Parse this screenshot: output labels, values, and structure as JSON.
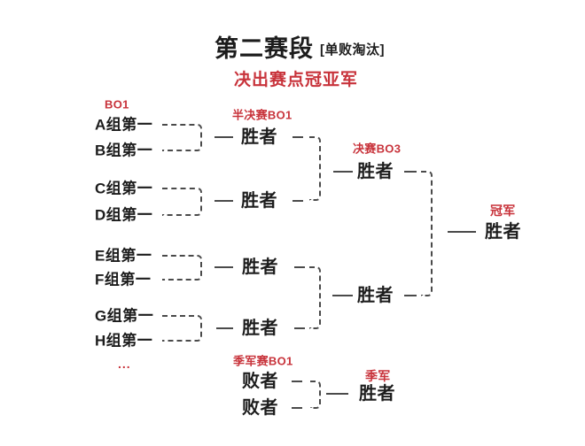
{
  "colors": {
    "accent_red": "#c8333b",
    "text_black": "#1c1c1c",
    "line_gray": "#4a4a4a"
  },
  "header": {
    "title": "第二赛段",
    "title_note": "[单败淘汰]",
    "subtitle": "决出赛点冠亚军"
  },
  "round_labels": {
    "round1": "BO1",
    "semifinal": "半决赛BO1",
    "final": "决赛BO3",
    "champion": "冠军",
    "third_place_match": "季军赛BO1",
    "third_place": "季军"
  },
  "teams": [
    "A组第一",
    "B组第一",
    "C组第一",
    "D组第一",
    "E组第一",
    "F组第一",
    "G组第一",
    "H组第一"
  ],
  "ellipsis": "...",
  "nodes": {
    "semifinal_winners": [
      "胜者",
      "胜者",
      "胜者",
      "胜者"
    ],
    "final_winners": [
      "胜者",
      "胜者"
    ],
    "champion": "胜者",
    "third_place_losers": [
      "败者",
      "败者"
    ],
    "third_place_winner": "胜者"
  }
}
